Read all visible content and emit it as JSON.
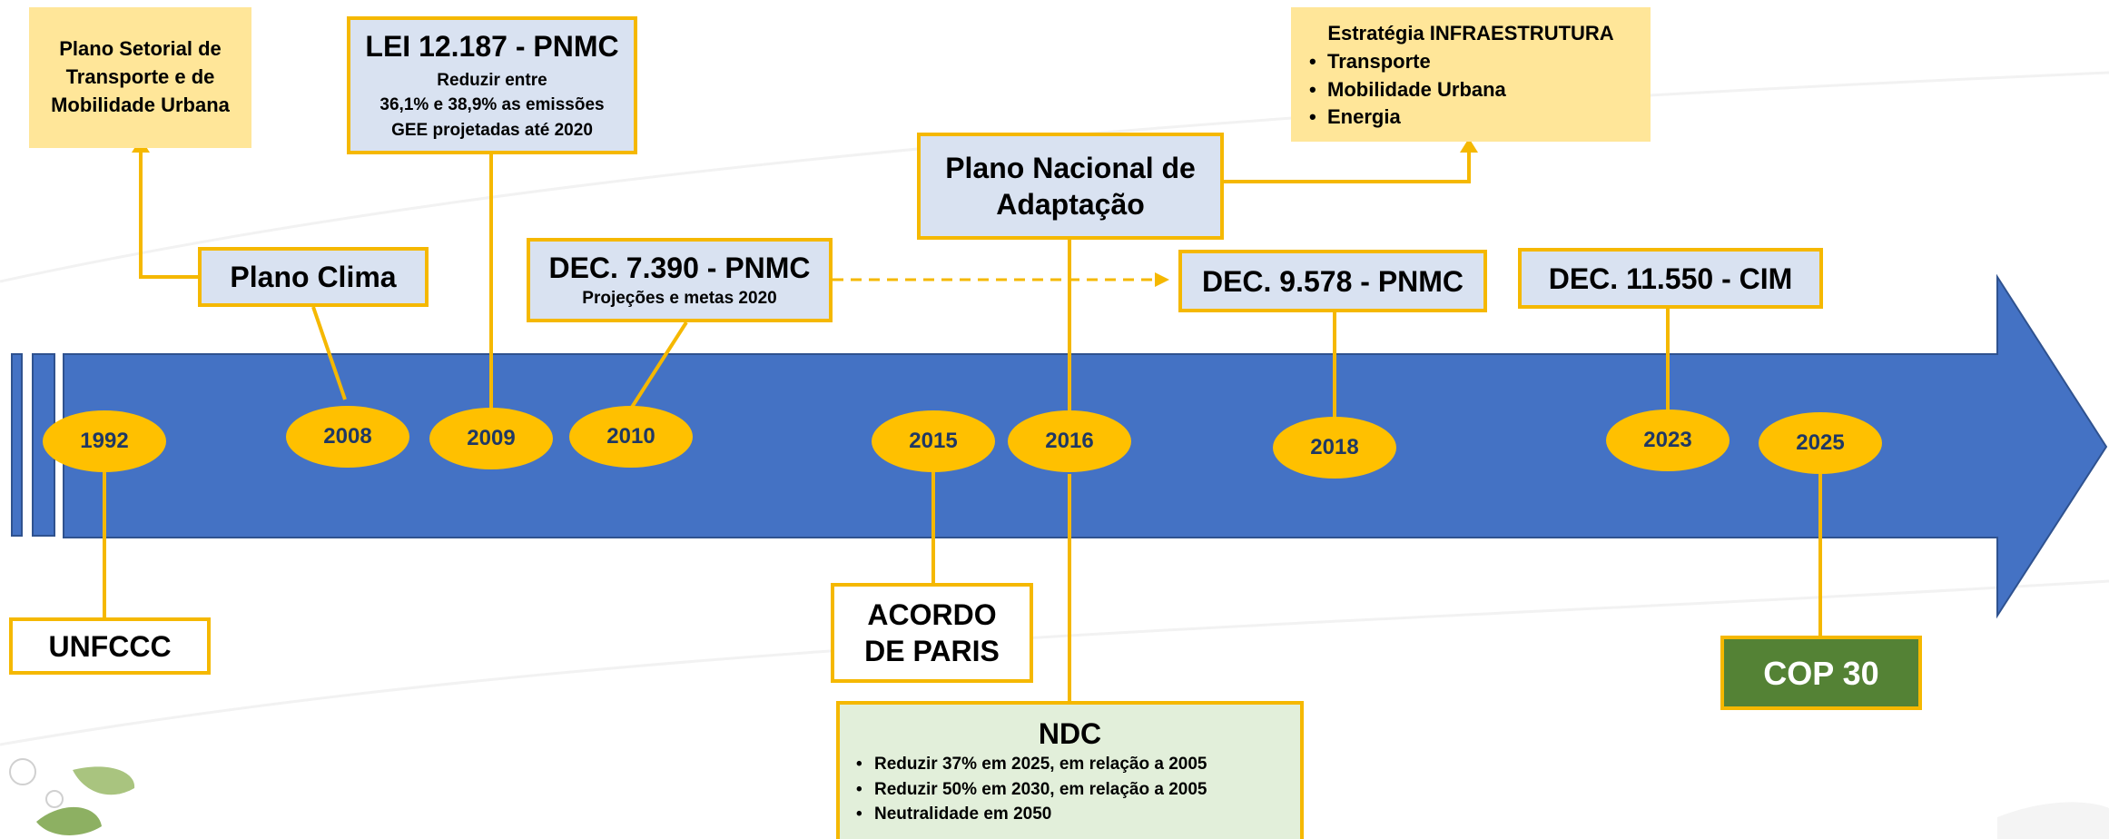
{
  "colors": {
    "arrow": "#4472C4",
    "arrow_border": "#2F528F",
    "connector": "#F5B800",
    "year_fill": "#FFC000",
    "year_text": "#1F3864",
    "box_blue": "#D9E2F1",
    "box_beige": "#FFE699",
    "box_green": "#E2EFDA",
    "cop_green": "#548235"
  },
  "years": [
    "1992",
    "2008",
    "2009",
    "2010",
    "2015",
    "2016",
    "2018",
    "2023",
    "2025"
  ],
  "events": {
    "plano_setorial": "Plano Setorial de Transporte e de Mobilidade Urbana",
    "plano_clima": "Plano Clima",
    "lei": {
      "title": "LEI 12.187 - PNMC",
      "lines": [
        "Reduzir entre",
        "36,1% e 38,9% as emissões",
        "GEE projetadas até 2020"
      ]
    },
    "dec_7390": {
      "title": "DEC. 7.390 - PNMC",
      "subtitle": "Projeções e metas 2020"
    },
    "plano_nacional": "Plano Nacional de Adaptação",
    "estrategia": {
      "title": "Estratégia INFRAESTRUTURA",
      "items": [
        "Transporte",
        "Mobilidade Urbana",
        "Energia"
      ]
    },
    "dec_9578": "DEC. 9.578 - PNMC",
    "dec_11550": "DEC. 11.550 - CIM",
    "unfccc": "UNFCCC",
    "acordo": "ACORDO DE PARIS",
    "ndc": {
      "title": "NDC",
      "items": [
        "Reduzir 37% em 2025, em relação a 2005",
        "Reduzir 50% em 2030, em relação a 2005",
        "Neutralidade em 2050"
      ]
    },
    "cop30": "COP 30"
  }
}
